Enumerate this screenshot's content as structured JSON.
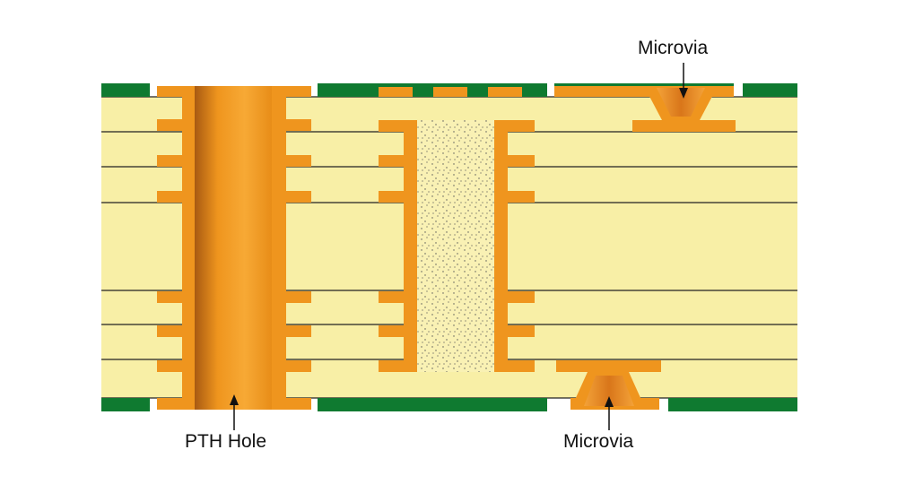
{
  "labels": {
    "microvia_top": "Microvia",
    "pth_hole": "PTH Hole",
    "microvia_bottom": "Microvia"
  },
  "colors": {
    "laminate": "#f8efa6",
    "copper": "#ef951e",
    "copper_dark": "#a85a12",
    "solder_mask": "#0f7a30",
    "layer_line": "#222222",
    "fill_dots": "#555555",
    "fill_bg": "#f9f1b4"
  }
}
